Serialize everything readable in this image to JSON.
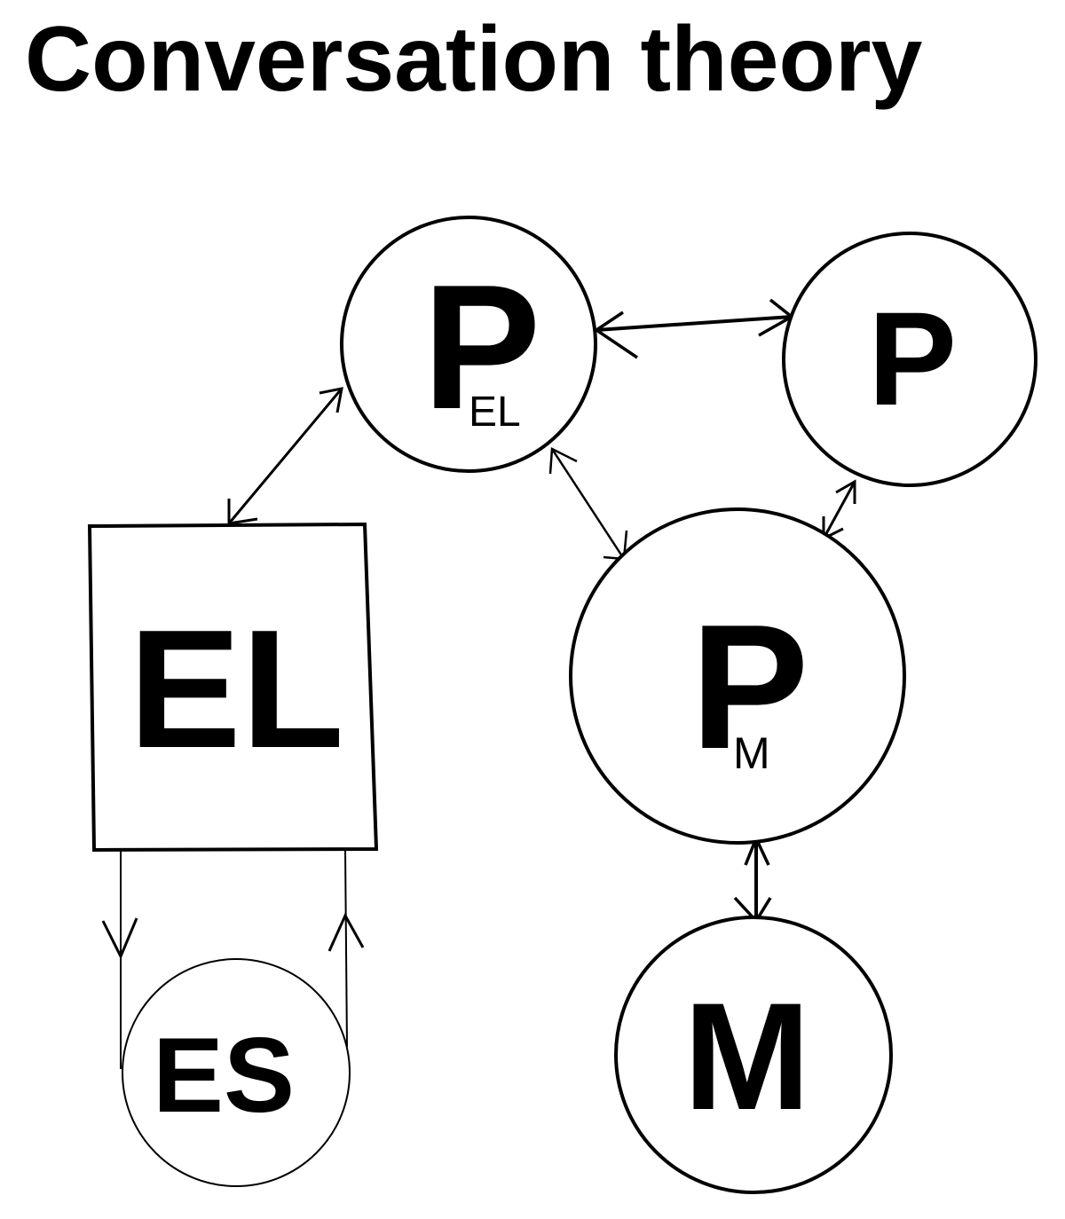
{
  "title": "Conversation theory",
  "nodes": {
    "p_el": {
      "label": "P",
      "subscript": "EL"
    },
    "p": {
      "label": "P"
    },
    "p_m": {
      "label": "P",
      "subscript": "M"
    },
    "m": {
      "label": "M"
    },
    "el": {
      "label": "EL"
    },
    "es": {
      "label": "ES"
    }
  },
  "edges": [
    {
      "from": "EL",
      "to": "P_EL",
      "direction": "both"
    },
    {
      "from": "P_EL",
      "to": "P",
      "direction": "both"
    },
    {
      "from": "P_EL",
      "to": "P_M",
      "direction": "both"
    },
    {
      "from": "P",
      "to": "P_M",
      "direction": "both"
    },
    {
      "from": "P_M",
      "to": "M",
      "direction": "both"
    },
    {
      "from": "EL",
      "to": "ES",
      "direction": "forward"
    },
    {
      "from": "ES",
      "to": "EL",
      "direction": "forward"
    }
  ]
}
